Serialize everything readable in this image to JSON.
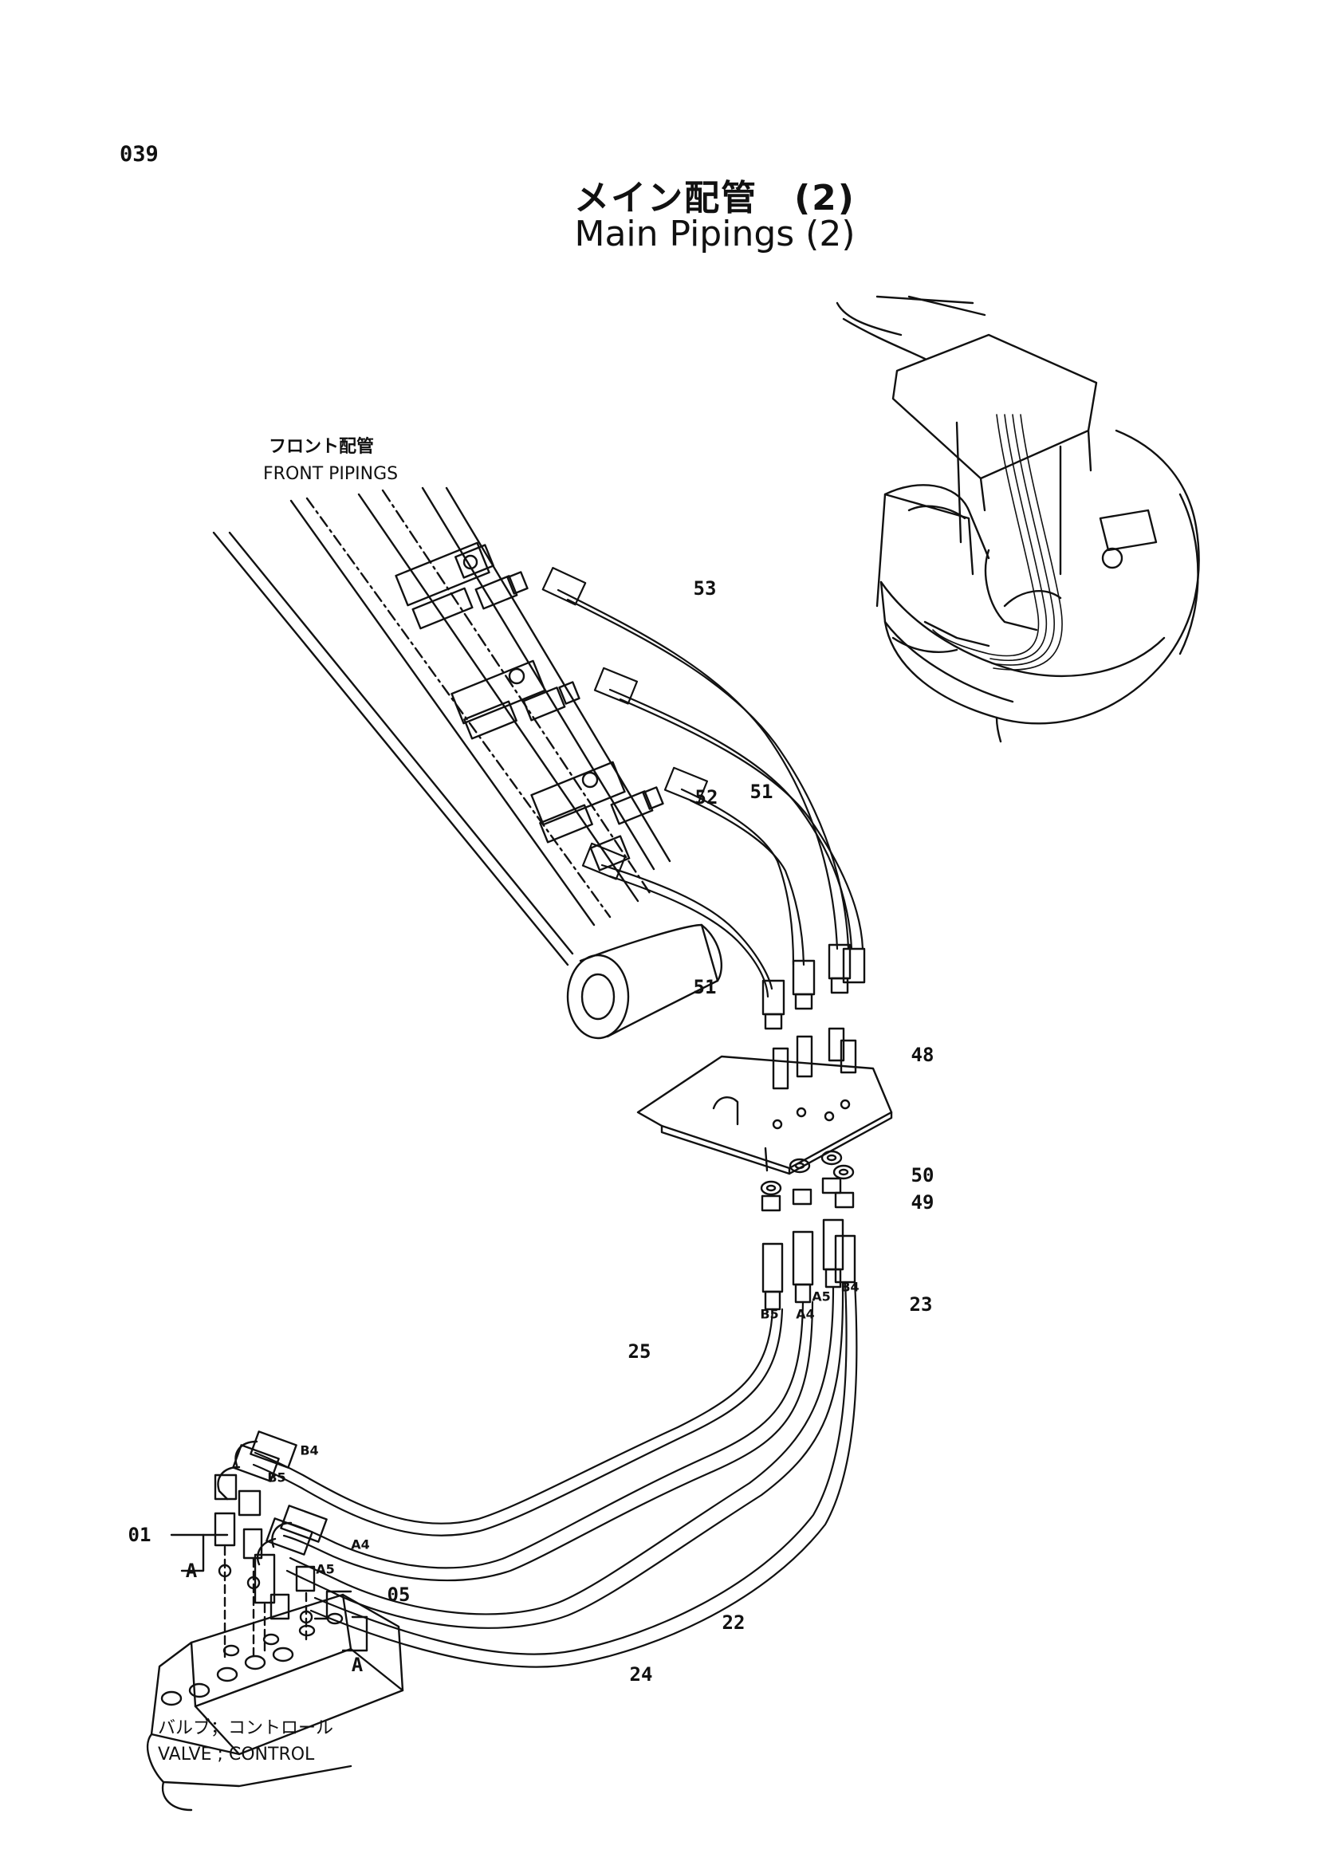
{
  "page_number": "039",
  "title_jp": "メイン配管　(2)",
  "title_en": "Main Pipings (2)",
  "labels": {
    "front_jp": "フロント配管",
    "front_en": "FRONT PIPINGS",
    "valve_jp": "バルブ；コントロール",
    "valve_en": "VALVE ; CONTROL"
  },
  "part_numbers": [
    "53",
    "52",
    "51",
    "51",
    "48",
    "50",
    "49",
    "23",
    "25",
    "22",
    "24",
    "01",
    "05"
  ],
  "ports": [
    "B5",
    "A4",
    "A5",
    "B4",
    "B4",
    "B5",
    "A4",
    "A5"
  ],
  "section_markers": [
    "A",
    "A"
  ]
}
